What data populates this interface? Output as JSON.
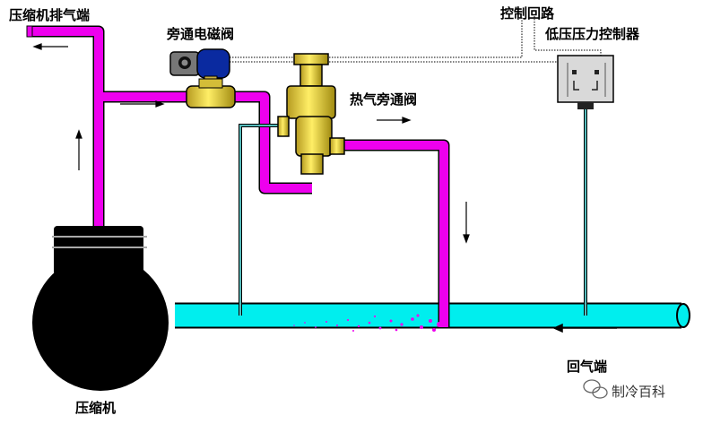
{
  "labels": {
    "compressor_discharge": "压缩机排气端",
    "bypass_solenoid_valve": "旁通电磁阀",
    "control_circuit": "控制回路",
    "low_pressure_controller": "低压压力控制器",
    "hot_gas_bypass_valve": "热气旁通阀",
    "suction_end": "回气端",
    "compressor": "压缩机"
  },
  "watermark": "制冷百科",
  "colors": {
    "hot_gas_pipe": "#ee00ee",
    "suction_pipe": "#00eeee",
    "valve_body": "#ffee66",
    "solenoid_coil": "#0a2aa0",
    "compressor_body": "#000000",
    "controller_box": "#d9d9d9",
    "capillary": "#55bbbb"
  },
  "icons": [
    "flow-arrow-left",
    "flow-arrow-right",
    "flow-arrow-up",
    "flow-arrow-down",
    "wechat-icon"
  ]
}
